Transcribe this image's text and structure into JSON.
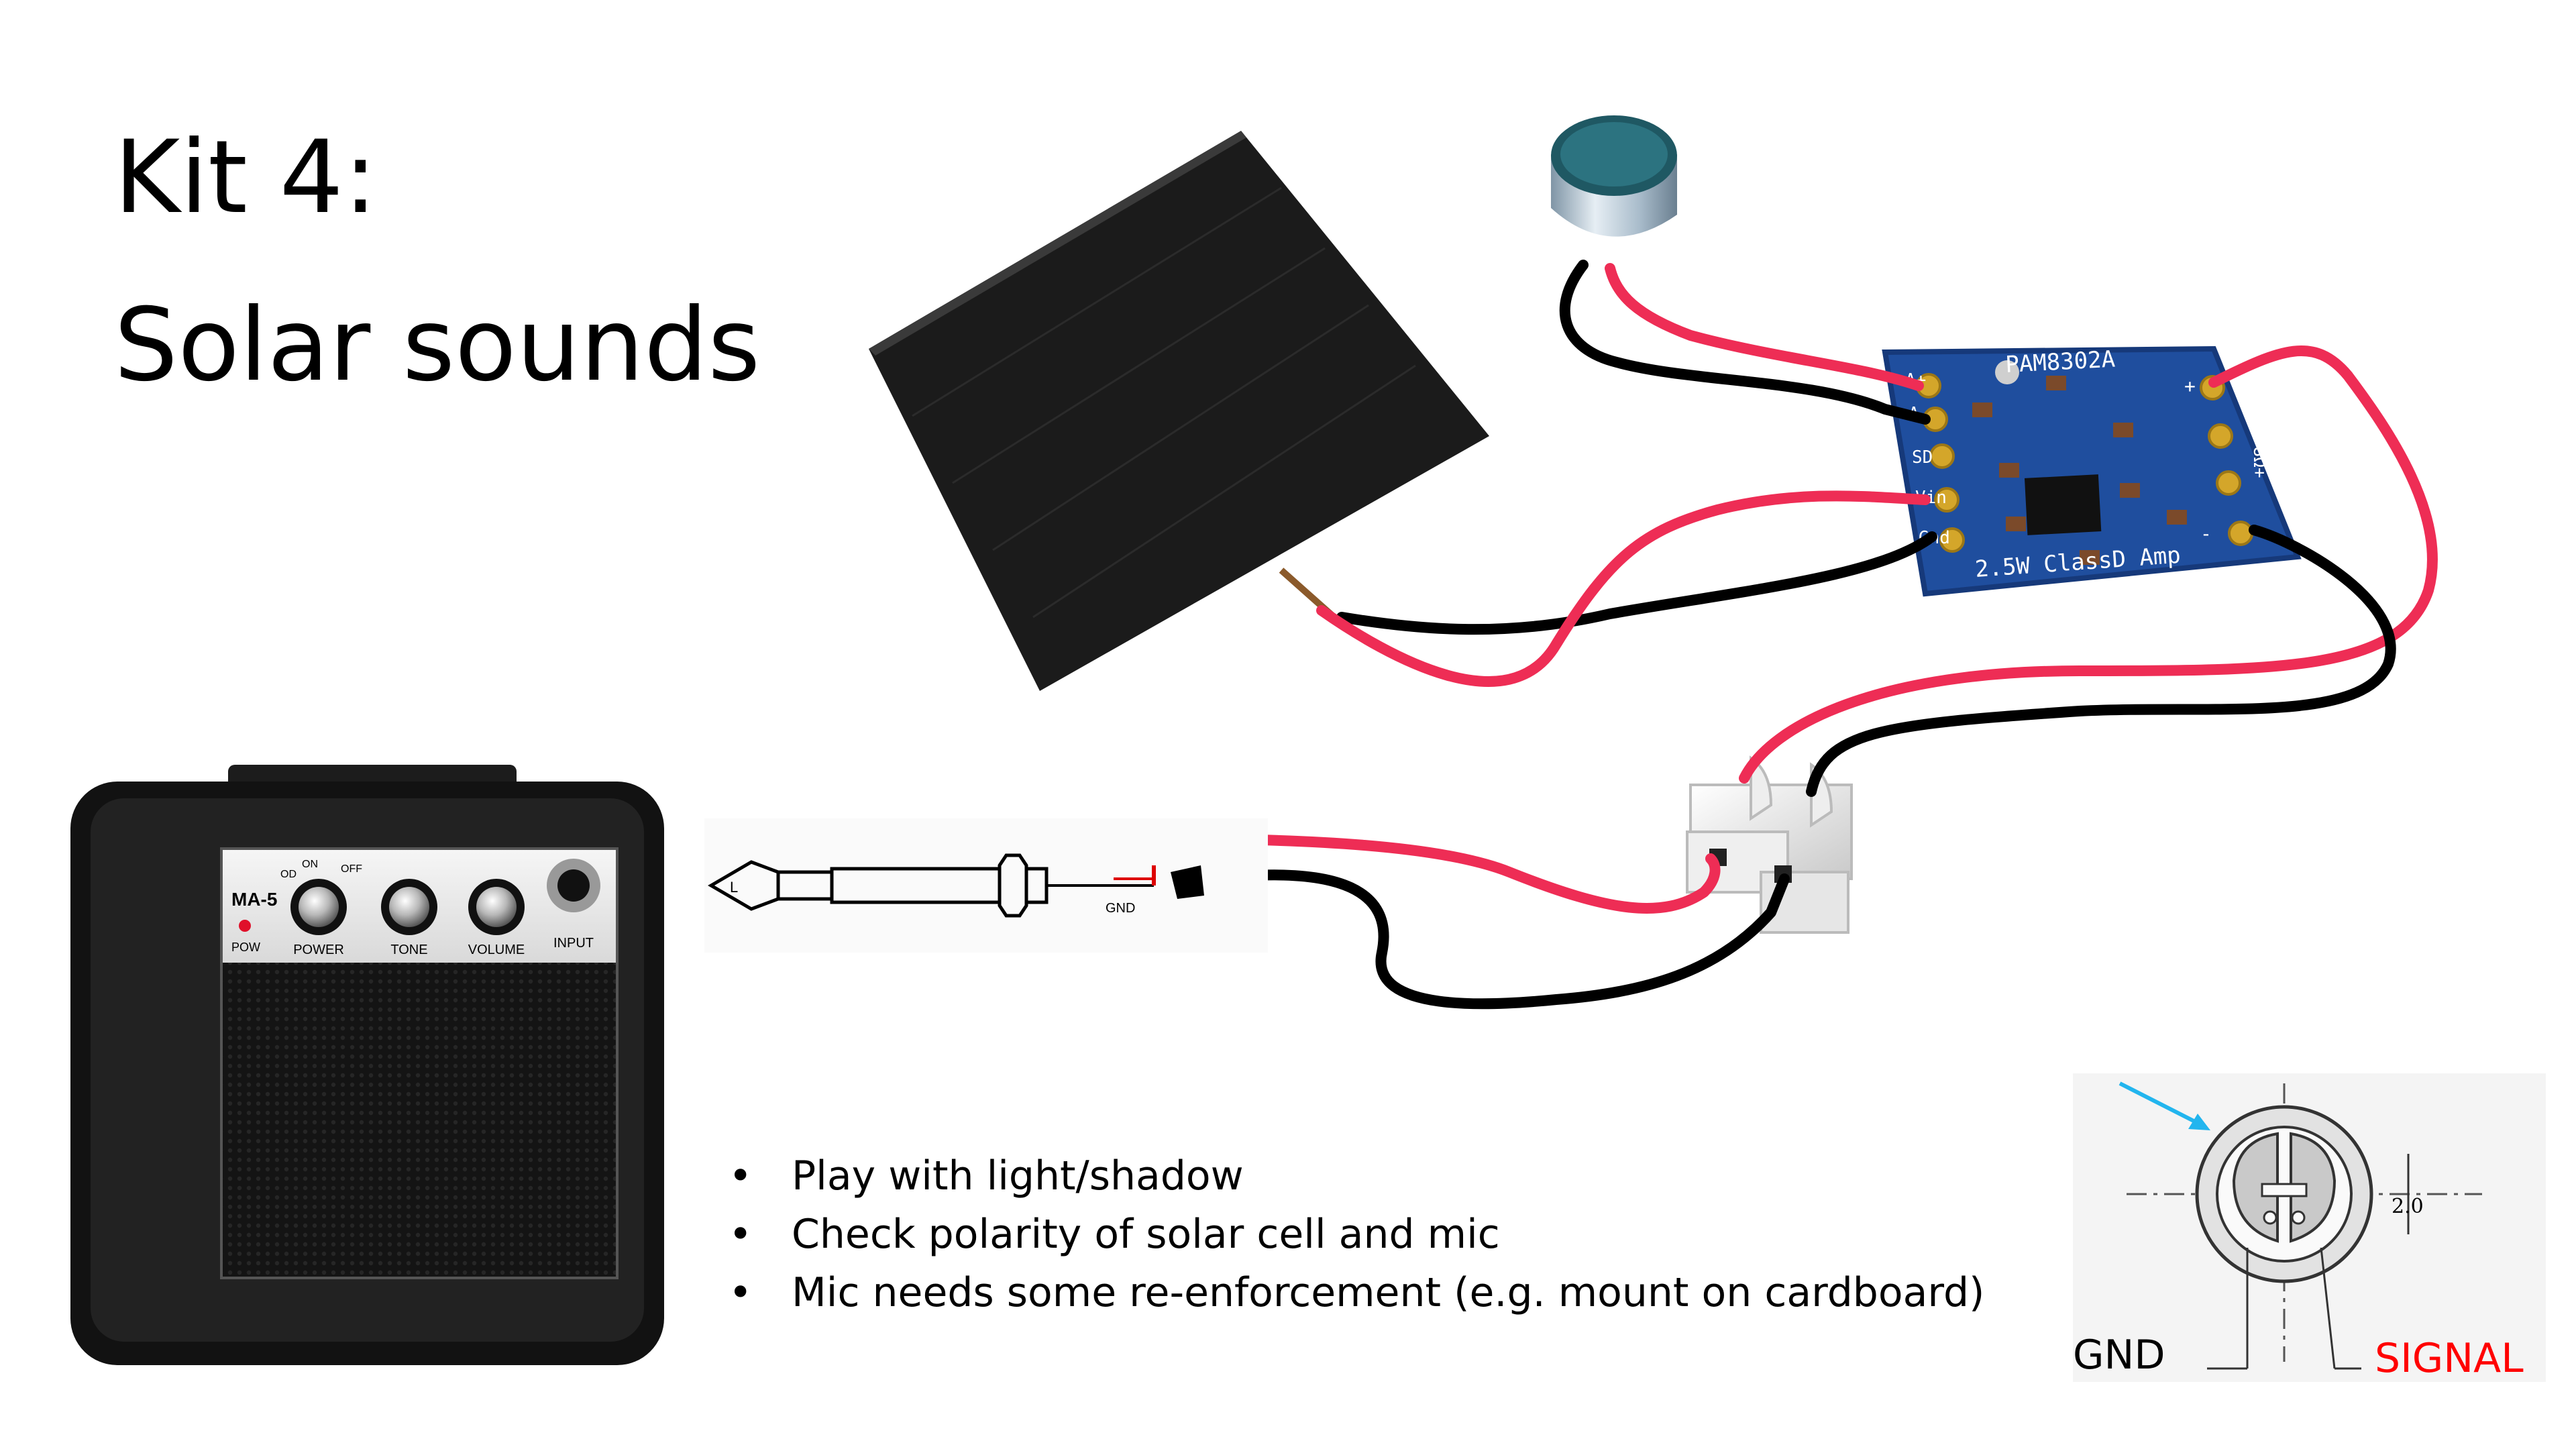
{
  "title": {
    "line1": "Kit 4:",
    "line2": "Solar sounds"
  },
  "notes": [
    "Play with light/shadow",
    "Check polarity of solar cell and mic",
    "Mic needs some re-enforcement (e.g. mount on cardboard)"
  ],
  "amp_board": {
    "chip_name": "PAM8302A",
    "caption": "2.5W ClassD Amp",
    "pins_left": [
      "A+",
      "A-",
      "SD",
      "Vin",
      "Gnd"
    ],
    "pins_right": [
      "+",
      "-"
    ],
    "right_label": "-8Ω+"
  },
  "guitar_amp": {
    "model": "MA-5",
    "knobs": [
      "POWER",
      "TONE",
      "VOLUME"
    ],
    "input_label": "INPUT",
    "pow_label": "POW",
    "switch_labels": [
      "OD",
      "ON",
      "OFF"
    ]
  },
  "jack": {
    "tip_label": "L",
    "gnd_label": "GND"
  },
  "mic_diagram": {
    "dimension": "2.0",
    "gnd_label": "GND",
    "signal_label": "SIGNAL"
  },
  "colors": {
    "wire_red": "#ee2d55",
    "wire_black": "#000000",
    "board_blue": "#1f4e9e",
    "signal_red": "#ff0000",
    "arrow_cyan": "#22b5ee"
  }
}
